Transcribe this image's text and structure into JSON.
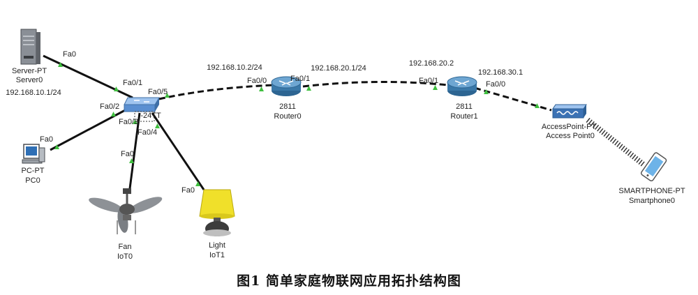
{
  "caption": "图1  简单家庭物联网应用拓扑结构图",
  "colors": {
    "link": "#111111",
    "port": "#3fbf3f",
    "wireless": "#333333",
    "switch": "#5a8fd1",
    "router": "#3a78a8",
    "lamp": "#f0e02a"
  },
  "devices": {
    "server": {
      "type": "Server-PT",
      "name": "Server0",
      "ip": "192.168.10.1/24"
    },
    "pc": {
      "type": "PC-PT",
      "name": "PC0"
    },
    "switch": {
      "model": "-24TT"
    },
    "router0": {
      "model": "2811",
      "name": "Router0"
    },
    "router1": {
      "model": "2811",
      "name": "Router1"
    },
    "ap": {
      "type": "AccessPoint-PT",
      "name": "Access Point0"
    },
    "phone": {
      "type": "SMARTPHONE-PT",
      "name": "Smartphone0"
    },
    "fan": {
      "type": "Fan",
      "name": "IoT0"
    },
    "light": {
      "type": "Light",
      "name": "IoT1"
    }
  },
  "ips": {
    "r0_fa00": "192.168.10.2/24",
    "r0_fa01": "192.168.20.1/24",
    "r1_fa01": "192.168.20.2",
    "r1_fa00": "192.168.30.1"
  },
  "ports": {
    "server_fa0": "Fa0",
    "sw_fa01": "Fa0/1",
    "sw_fa02": "Fa0/2",
    "sw_fa03": "Fa0/3",
    "sw_fa04": "Fa0/4",
    "sw_fa05": "Fa0/5",
    "pc_fa0": "Fa0",
    "fan_fa0": "Fa0",
    "light_fa0": "Fa0",
    "r0_fa00": "Fa0/0",
    "r0_fa01": "Fa0/1",
    "r1_fa01": "Fa0/1",
    "r1_fa00": "Fa0/0"
  }
}
